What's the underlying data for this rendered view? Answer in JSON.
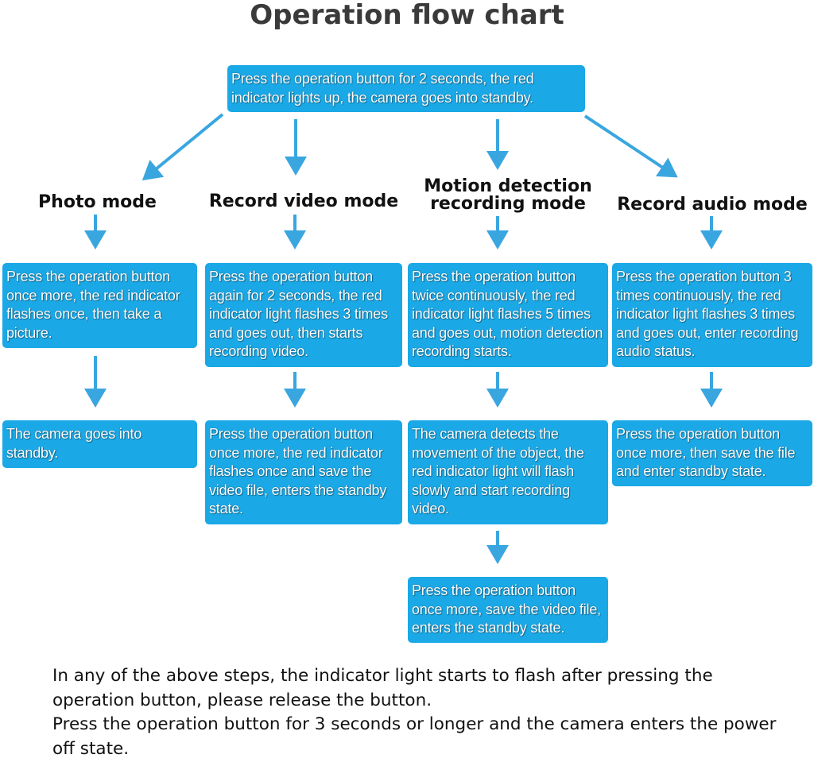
{
  "title": "Operation flow chart",
  "start_box": "Press the operation button for 2 seconds, the red indicator lights up, the camera goes into standby.",
  "modes": [
    {
      "name": "Photo mode",
      "steps": [
        "Press the operation button once more, the red indicator flashes once, then take a picture.",
        "The camera goes into standby."
      ]
    },
    {
      "name": "Record video mode",
      "steps": [
        "Press the operation button again for 2 seconds, the red indicator light flashes 3 times and goes out, then starts recording video.",
        "Press the operation button once more, the red indicator flashes once and save the video file, enters the standby state."
      ]
    },
    {
      "name": "Motion detection recording mode",
      "steps": [
        "Press the operation button twice continuously, the red indicator light flashes 5 times and goes out, motion detection recording starts.",
        "The camera detects the movement of the object, the red indicator light will flash slowly and start recording video.",
        "Press the operation button once more, save the video file, enters the standby state."
      ]
    },
    {
      "name": "Record audio mode",
      "steps": [
        "Press the operation button 3 times continuously, the red indicator light flashes 3 times and goes out, enter recording audio status.",
        "Press the operation button once more, then save the file and enter standby state."
      ]
    }
  ],
  "notes": [
    "In any of the above steps, the indicator light starts to flash after pressing the operation button, please release the button.",
    "Press the operation button for 3 seconds or longer and the camera enters the power off state."
  ],
  "colors": {
    "box": "#1aa8e6",
    "arrow": "#3aa6e0",
    "title": "#3a3a3a"
  }
}
